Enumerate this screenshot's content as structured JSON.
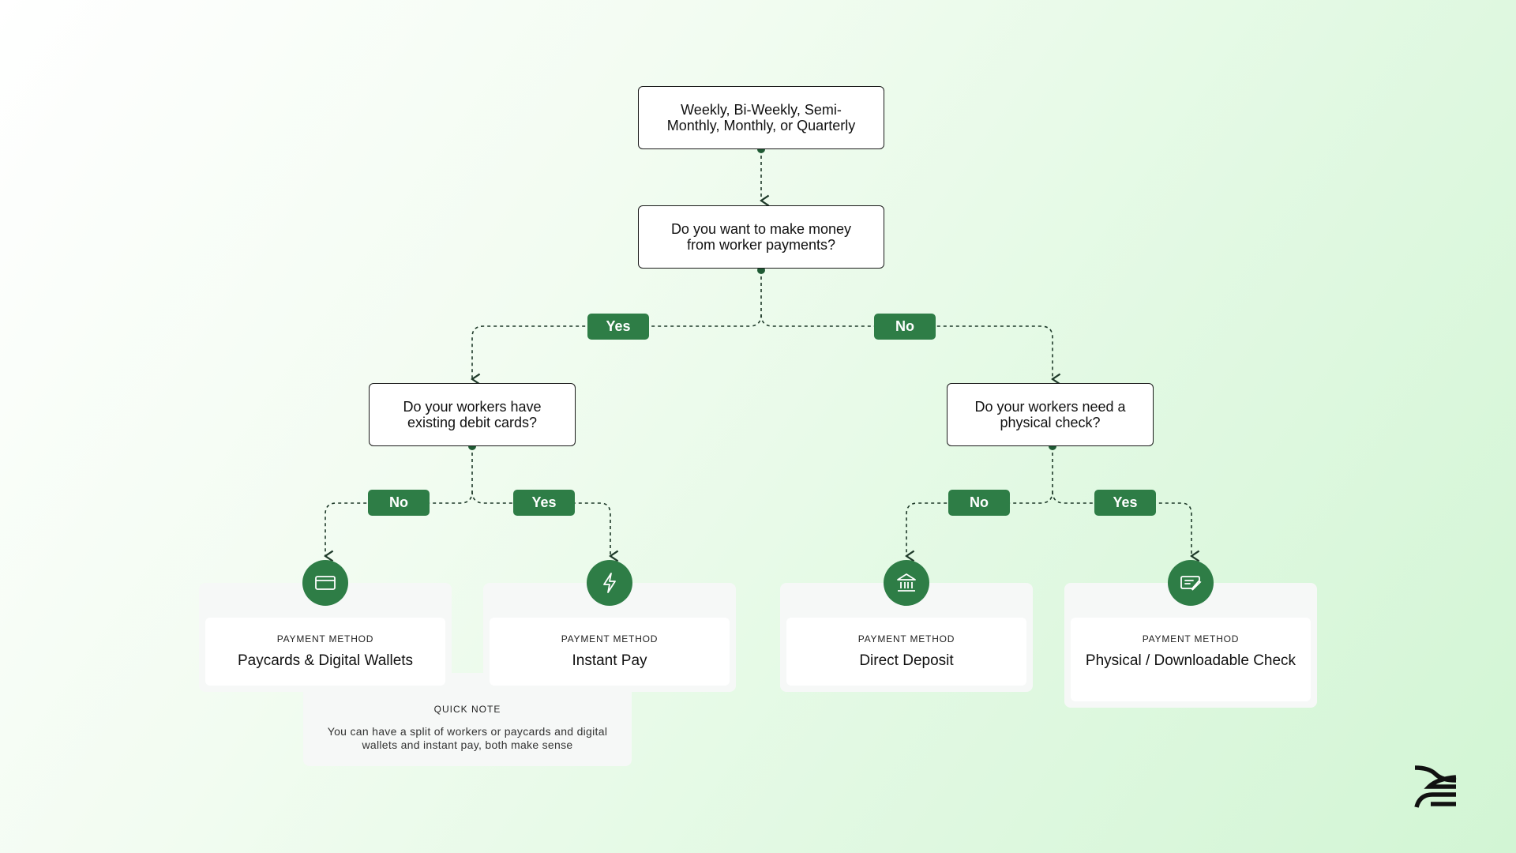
{
  "questions": {
    "frequency": "Weekly, Bi-Weekly, Semi-Monthly, Monthly, or Quarterly",
    "make_money": "Do you want to make money from worker payments?",
    "debit_cards": "Do your workers have existing debit cards?",
    "physical_check": "Do your workers need a physical check?"
  },
  "branches": {
    "make_money_yes": "Yes",
    "make_money_no": "No",
    "debit_no": "No",
    "debit_yes": "Yes",
    "check_no": "No",
    "check_yes": "Yes"
  },
  "payment_methods": [
    {
      "kicker": "PAYMENT METHOD",
      "title": "Paycards & Digital Wallets",
      "icon": "credit-card-icon"
    },
    {
      "kicker": "PAYMENT METHOD",
      "title": "Instant Pay",
      "icon": "lightning-bolt-icon"
    },
    {
      "kicker": "PAYMENT METHOD",
      "title": "Direct Deposit",
      "icon": "bank-icon"
    },
    {
      "kicker": "PAYMENT METHOD",
      "title": "Physical / Downloadable Check",
      "icon": "check-edit-icon"
    }
  ],
  "quick_note": {
    "kicker": "QUICK NOTE",
    "text": "You can have a split of workers or paycards and digital wallets and instant pay, both make sense"
  },
  "colors": {
    "accent": "#2e7d46",
    "connector": "#1f3a2a"
  },
  "logo": {
    "icon": "brand-logo-icon"
  }
}
